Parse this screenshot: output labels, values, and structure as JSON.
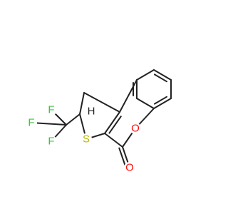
{
  "molecule": {
    "colors": {
      "bond": "#222222",
      "carbon": "#222222",
      "oxygen": "#ff0d0d",
      "sulfur": "#b8b800",
      "fluorine": "#33cc33"
    },
    "atoms": [
      {
        "id": "s1",
        "label": "S",
        "element": "sulfur"
      },
      {
        "id": "o_ring",
        "label": "O",
        "element": "oxygen"
      },
      {
        "id": "o_carbonyl",
        "label": "O",
        "element": "oxygen"
      },
      {
        "id": "f1",
        "label": "F",
        "element": "fluorine"
      },
      {
        "id": "f2",
        "label": "F",
        "element": "fluorine"
      },
      {
        "id": "f3",
        "label": "F",
        "element": "fluorine"
      },
      {
        "id": "h_stereo",
        "label": "H",
        "element": "carbon"
      }
    ]
  }
}
